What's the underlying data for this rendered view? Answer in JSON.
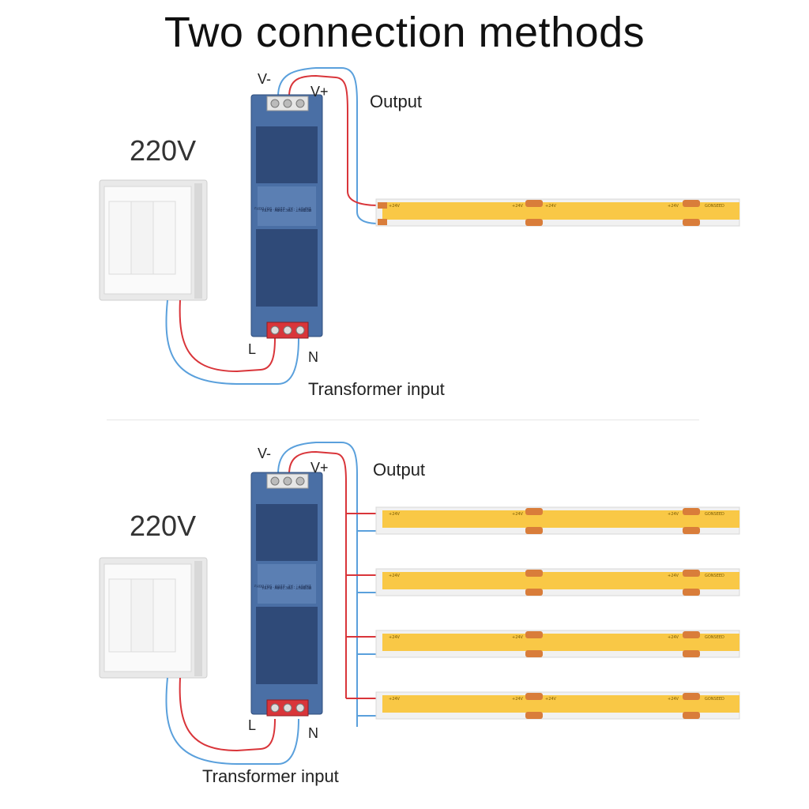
{
  "title": "Two connection methods",
  "colors": {
    "wire_positive": "#d9353a",
    "wire_negative": "#5aa0dc",
    "psu_body": "#4a6fa5",
    "strip_led": "#f9c846",
    "strip_base": "#f1f1f1",
    "pad": "#d97d3a"
  },
  "single": {
    "voltage": "220V",
    "v_minus": "V-",
    "v_plus": "V+",
    "output": "Output",
    "live": "L",
    "neutral": "N",
    "input": "Transformer input",
    "strip_marks": [
      "+24V",
      "+24V",
      "+24V",
      "+24V",
      "GONSEED"
    ]
  },
  "parallel": {
    "voltage": "220V",
    "v_minus": "V-",
    "v_plus": "V+",
    "output": "Output",
    "live": "L",
    "neutral": "N",
    "input": "Transformer input",
    "strip_marks": [
      "+24V",
      "+24V",
      "+24V",
      "+24V",
      "GONSEED"
    ]
  }
}
